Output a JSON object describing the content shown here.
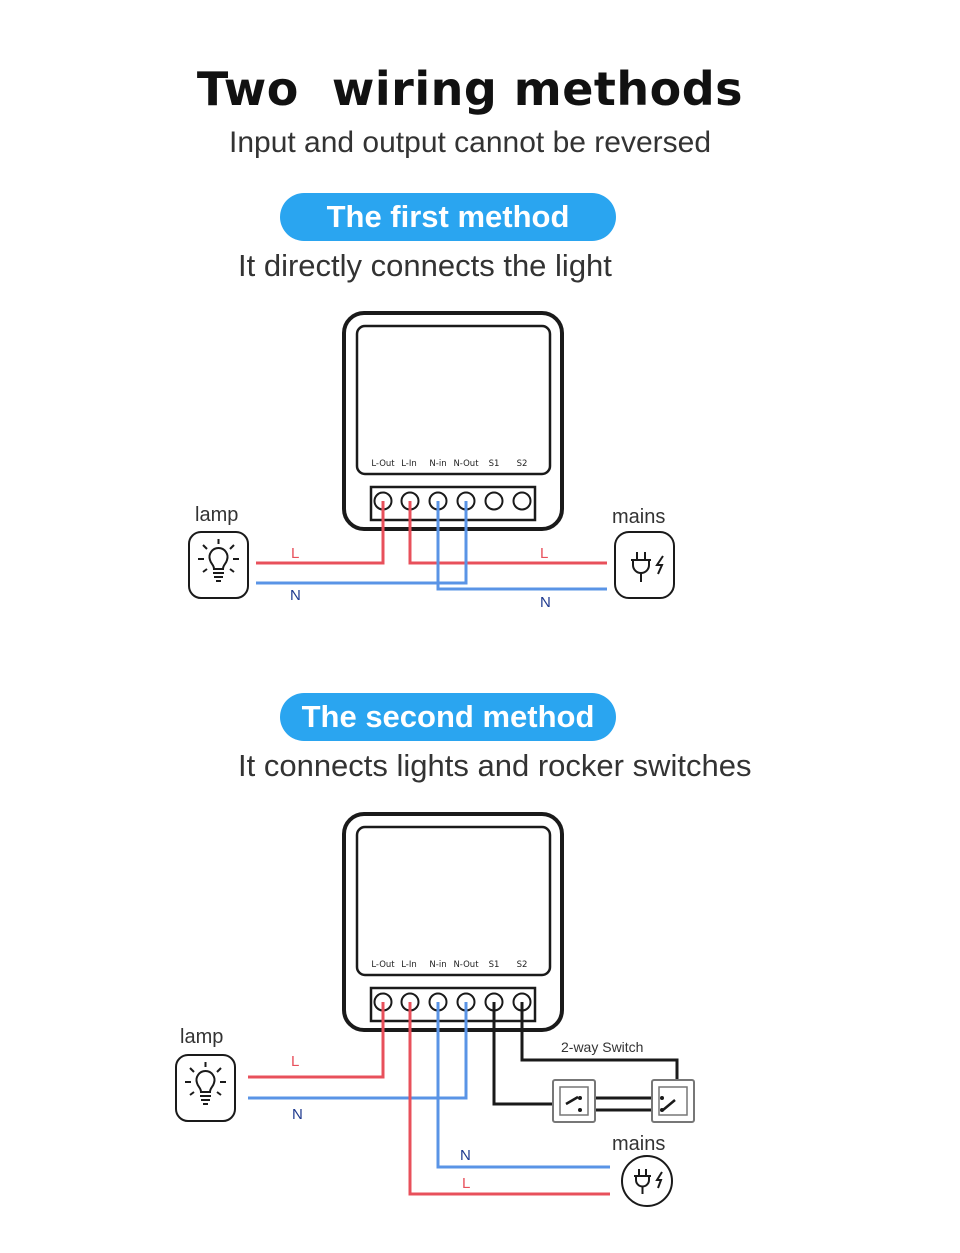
{
  "header": {
    "title": "Two  wiring methods",
    "subtitle": "Input and output cannot be reversed"
  },
  "terminals": [
    "L-Out",
    "L-In",
    "N-in",
    "N-Out",
    "S1",
    "S2"
  ],
  "method1": {
    "badge": "The first method",
    "description": "It directly connects the light",
    "lamp_label": "lamp",
    "mains_label": "mains",
    "wire_l_left": "L",
    "wire_n_left": "N",
    "wire_l_right": "L",
    "wire_n_right": "N"
  },
  "method2": {
    "badge": "The second method",
    "description": "It connects lights and rocker switches",
    "lamp_label": "lamp",
    "mains_label": "mains",
    "switch_label": "2-way Switch",
    "wire_l_left": "L",
    "wire_n_left": "N",
    "wire_n_mains": "N",
    "wire_l_mains": "L"
  },
  "colors": {
    "live": "#e8505b",
    "neutral": "#5a94e6",
    "switch_wire": "#1a1a1a",
    "badge": "#2aa5f0"
  },
  "icons": [
    "bulb-icon",
    "plug-icon",
    "rocker-switch-icon"
  ]
}
